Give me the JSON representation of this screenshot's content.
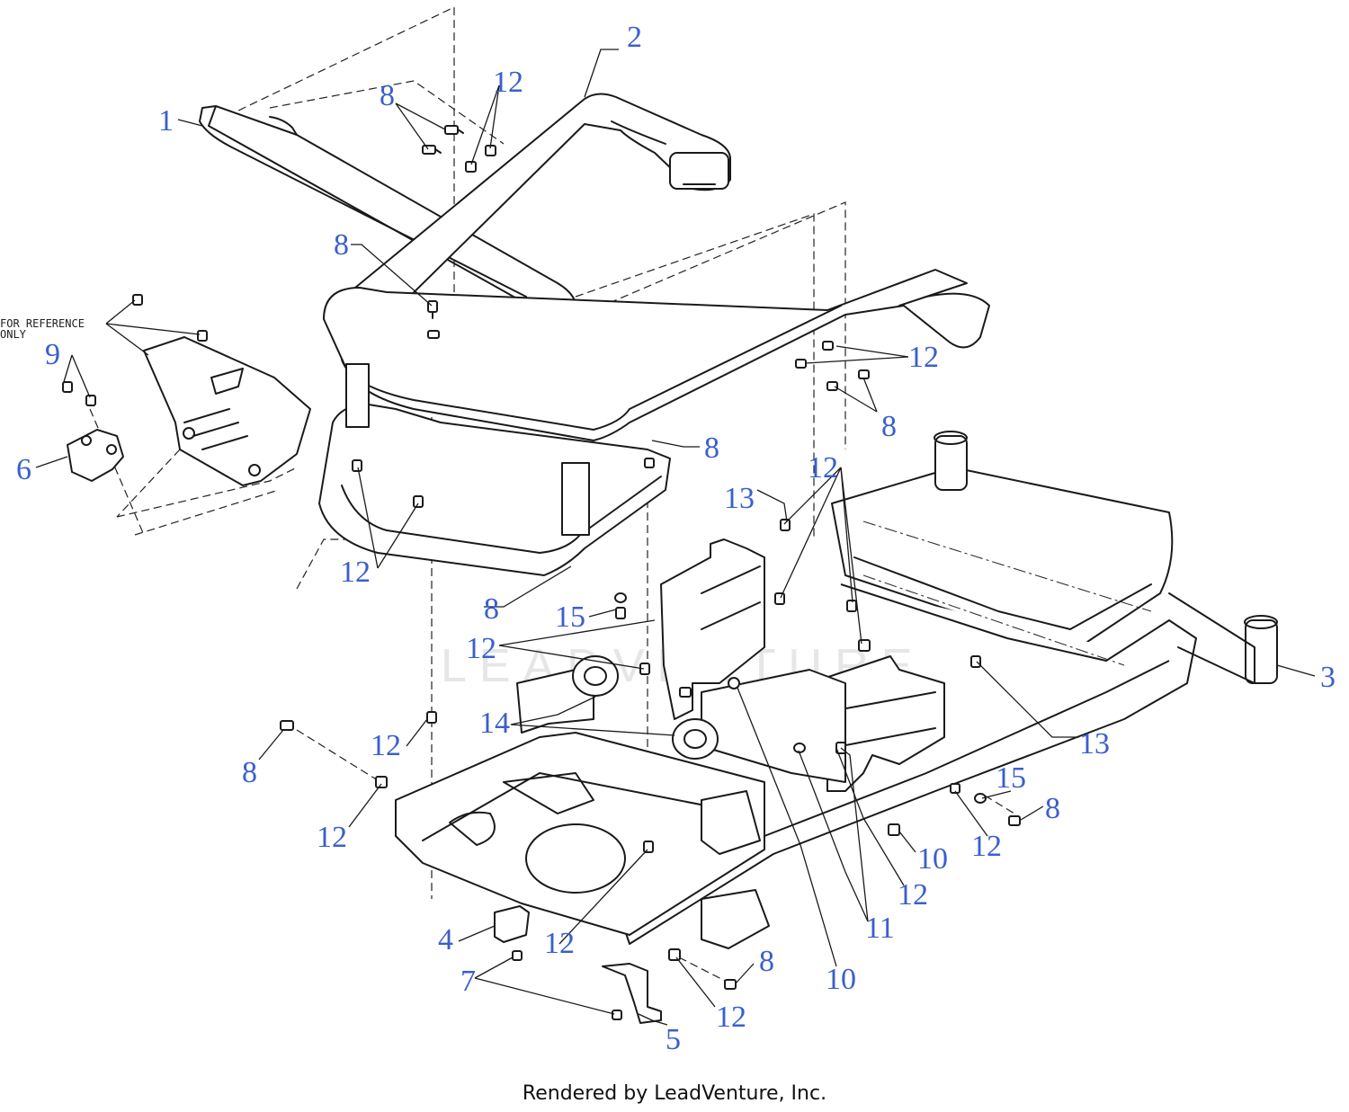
{
  "diagram": {
    "accent_color": "#3a5fcd",
    "line_color": "#1a1a1a",
    "watermark_text": "LEADVENTURE",
    "reference_note": [
      "FOR REFERENCE",
      "ONLY"
    ],
    "callouts": [
      {
        "id": "c1",
        "label": "1"
      },
      {
        "id": "c2",
        "label": "2"
      },
      {
        "id": "c3",
        "label": "3"
      },
      {
        "id": "c4",
        "label": "4"
      },
      {
        "id": "c5",
        "label": "5"
      },
      {
        "id": "c6",
        "label": "6"
      },
      {
        "id": "c7",
        "label": "7"
      },
      {
        "id": "c8a",
        "label": "8"
      },
      {
        "id": "c8b",
        "label": "8"
      },
      {
        "id": "c8c",
        "label": "8"
      },
      {
        "id": "c8d",
        "label": "8"
      },
      {
        "id": "c8e",
        "label": "8"
      },
      {
        "id": "c8f",
        "label": "8"
      },
      {
        "id": "c8g",
        "label": "8"
      },
      {
        "id": "c8h",
        "label": "8"
      },
      {
        "id": "c9",
        "label": "9"
      },
      {
        "id": "c10a",
        "label": "10"
      },
      {
        "id": "c10b",
        "label": "10"
      },
      {
        "id": "c11",
        "label": "11"
      },
      {
        "id": "c12a",
        "label": "12"
      },
      {
        "id": "c12b",
        "label": "12"
      },
      {
        "id": "c12c",
        "label": "12"
      },
      {
        "id": "c12d",
        "label": "12"
      },
      {
        "id": "c12e",
        "label": "12"
      },
      {
        "id": "c12f",
        "label": "12"
      },
      {
        "id": "c12g",
        "label": "12"
      },
      {
        "id": "c12h",
        "label": "12"
      },
      {
        "id": "c12i",
        "label": "12"
      },
      {
        "id": "c12j",
        "label": "12"
      },
      {
        "id": "c12k",
        "label": "12"
      },
      {
        "id": "c13a",
        "label": "13"
      },
      {
        "id": "c13b",
        "label": "13"
      },
      {
        "id": "c14",
        "label": "14"
      },
      {
        "id": "c15a",
        "label": "15"
      },
      {
        "id": "c15b",
        "label": "15"
      }
    ]
  },
  "footer": {
    "credit": "Rendered by LeadVenture, Inc."
  }
}
